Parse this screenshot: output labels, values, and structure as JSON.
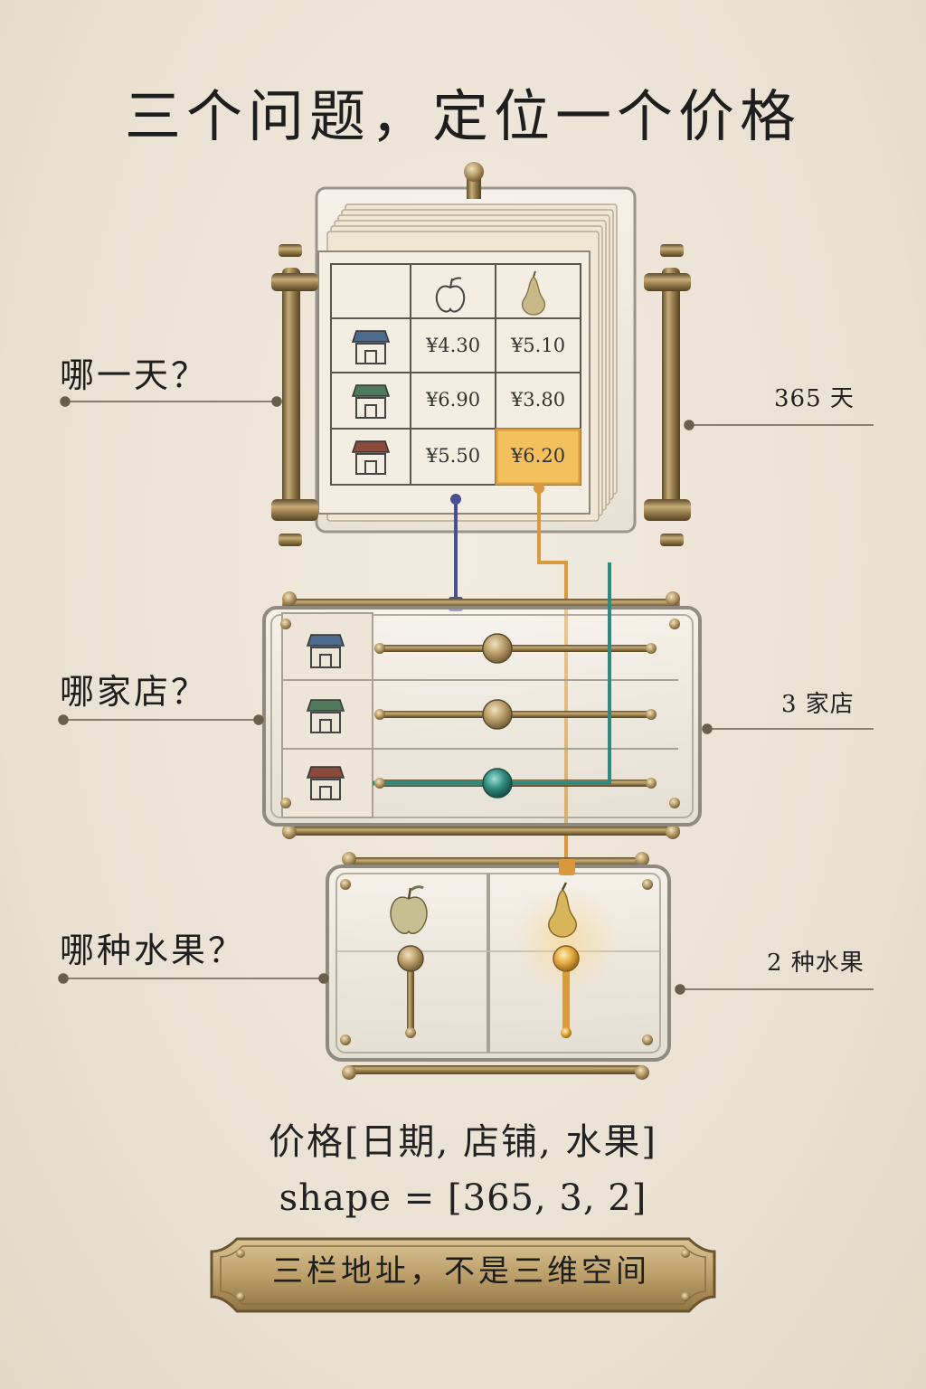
{
  "title": "三个问题，定位一个价格",
  "questions": {
    "day": "哪一天？",
    "shop": "哪家店？",
    "fruit": "哪种水果？"
  },
  "counts": {
    "days": "365 天",
    "shops": "3 家店",
    "fruits": "2 种水果"
  },
  "table": {
    "columns": [
      "apple-icon",
      "pear-icon"
    ],
    "rows": [
      {
        "shop": "shop-icon-blue",
        "prices": [
          "¥4.30",
          "¥5.10"
        ]
      },
      {
        "shop": "shop-icon-green",
        "prices": [
          "¥6.90",
          "¥3.80"
        ]
      },
      {
        "shop": "shop-icon-red",
        "prices": [
          "¥5.50",
          "¥6.20"
        ]
      }
    ],
    "highlighted": {
      "row": 2,
      "col": 1
    }
  },
  "formula": {
    "line1": "价格[日期, 店铺, 水果]",
    "line2": "shape = [365, 3, 2]"
  },
  "plaque": "三栏地址，不是三维空间",
  "colors": {
    "brass": "#8c7448",
    "highlight": "#f0b54a",
    "blue_wire": "#4a4f8f",
    "orange_wire": "#d89a3c",
    "teal_wire": "#2f8a7e",
    "shop_blue": "#4c6a8c",
    "shop_green": "#4f7a5c",
    "shop_red": "#8a4b3c"
  }
}
